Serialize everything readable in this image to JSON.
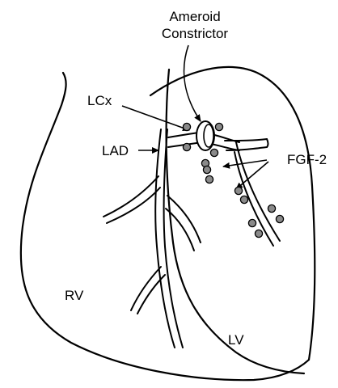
{
  "labels": {
    "constrictor": "Ameroid\nConstrictor",
    "lcx": "LCx",
    "lad": "LAD",
    "fgf": "FGF-2",
    "rv": "RV",
    "lv": "LV"
  },
  "colors": {
    "line": "#000000",
    "dot_fill": "#8a8a8a",
    "background": "#ffffff"
  }
}
